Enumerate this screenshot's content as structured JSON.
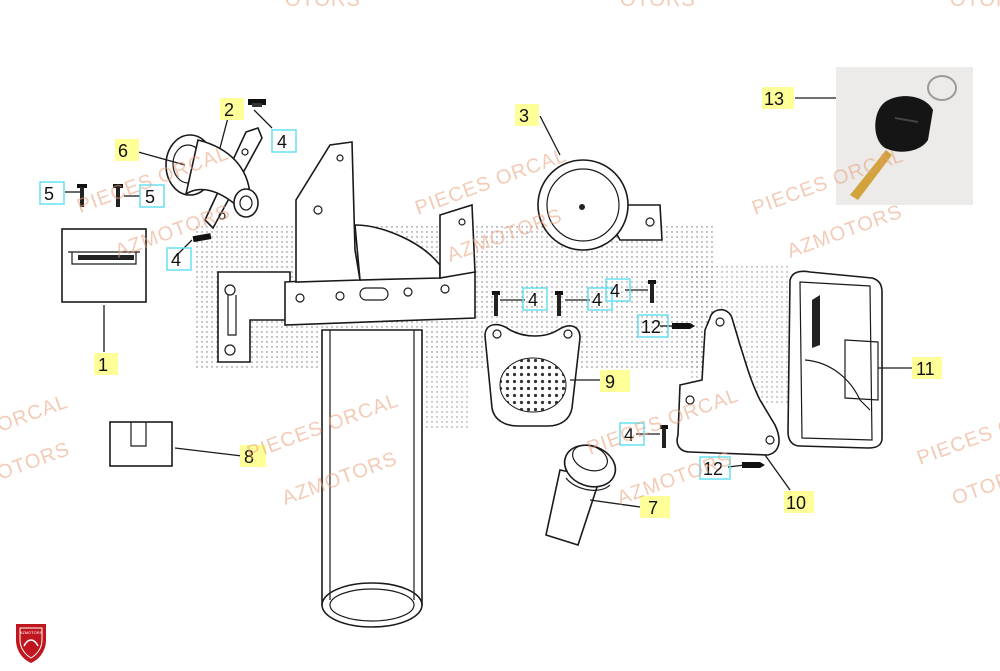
{
  "watermark": {
    "pieces": "PIECES ORCAL",
    "motors": "AZMOTORS",
    "fragment_orcal": "ORCAL",
    "fragment_motors": "OTORS",
    "fragment_pieces": "PIECES O"
  },
  "colors": {
    "watermark": "#e9a07a",
    "yellow_label": "#ffff99",
    "cyan_label": "#66e0f0",
    "logo_red": "#c0161d"
  },
  "parts": [
    {
      "n": "1"
    },
    {
      "n": "2"
    },
    {
      "n": "3"
    },
    {
      "n": "4"
    },
    {
      "n": "5"
    },
    {
      "n": "6"
    },
    {
      "n": "7"
    },
    {
      "n": "8"
    },
    {
      "n": "9"
    },
    {
      "n": "10"
    },
    {
      "n": "11"
    },
    {
      "n": "12"
    },
    {
      "n": "13"
    }
  ],
  "logo": {
    "icon": "azmotors-shield-icon",
    "text": "AZMOTORS"
  }
}
